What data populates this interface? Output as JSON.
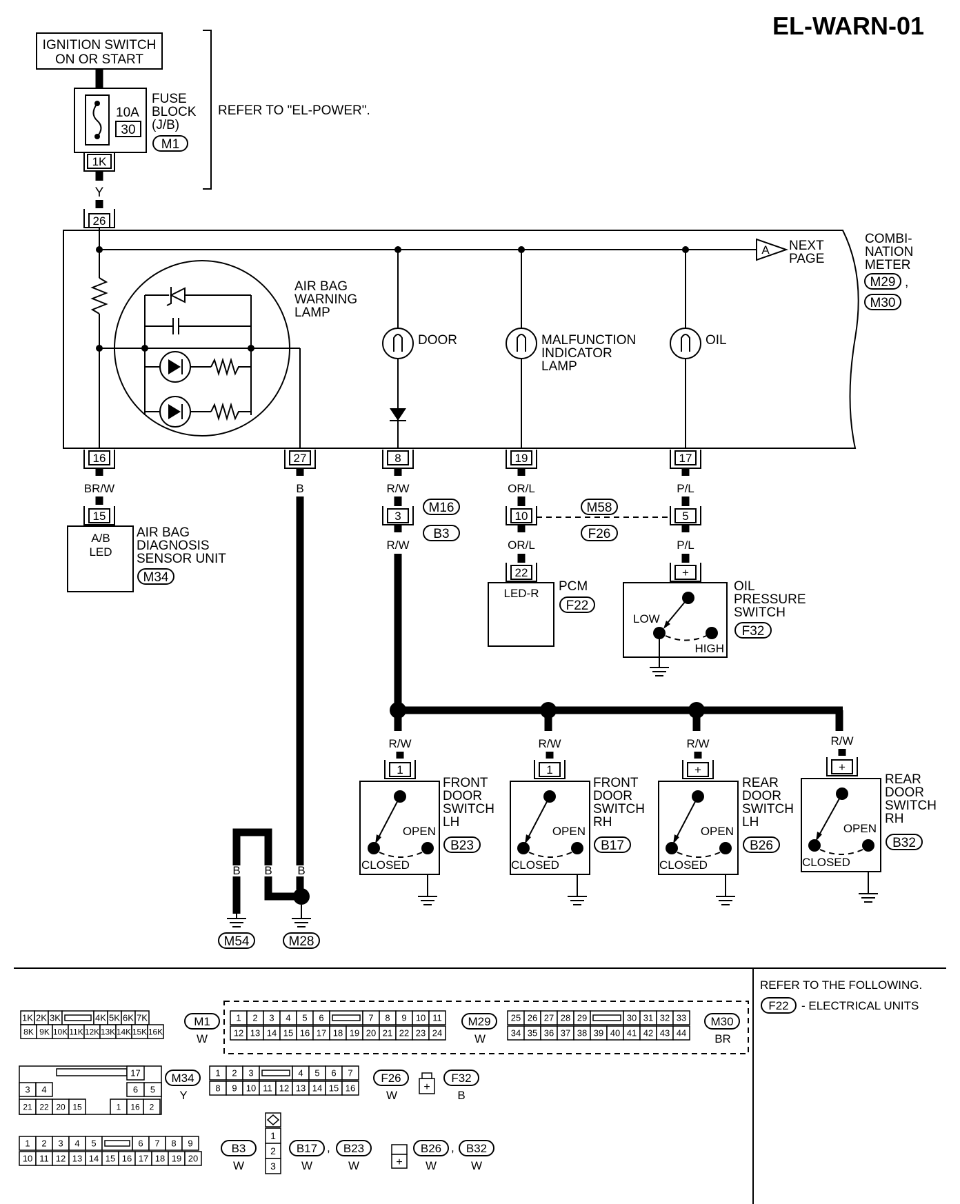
{
  "page_id": "EL-WARN-01",
  "power": {
    "ignition": [
      "IGNITION SWITCH",
      "ON OR START"
    ],
    "fuse_rating": "10A",
    "fuse_number": "30",
    "fuse_block": [
      "FUSE",
      "BLOCK",
      "(J/B)"
    ],
    "fuse_connector": "M1",
    "fuse_terminal": "1K",
    "refer": "REFER TO \"EL-POWER\".",
    "wire_y": "Y",
    "meter_input_terminal": "26"
  },
  "meter": {
    "name": [
      "COMBI-",
      "NATION",
      "METER"
    ],
    "connectors": [
      "M29",
      "M30"
    ],
    "connector_sep": ",",
    "next_page_marker": "A",
    "next_page": [
      "NEXT",
      "PAGE"
    ],
    "airbag_lamp": [
      "AIR BAG",
      "WARNING",
      "LAMP"
    ],
    "door_lamp": "DOOR",
    "mil_lamp": [
      "MALFUNCTION",
      "INDICATOR",
      "LAMP"
    ],
    "oil_lamp": "OIL"
  },
  "terminals": [
    {
      "pin": "16",
      "wire": "BR/W"
    },
    {
      "pin": "27",
      "wire": "B"
    },
    {
      "pin": "8",
      "wire": "R/W"
    },
    {
      "pin": "19",
      "wire": "OR/L"
    },
    {
      "pin": "17",
      "wire": "P/L"
    }
  ],
  "airbag_unit": {
    "pin": "15",
    "inner": [
      "A/B",
      "LED"
    ],
    "name": [
      "AIR BAG",
      "DIAGNOSIS",
      "SENSOR UNIT"
    ],
    "connector": "M34"
  },
  "door_junction": {
    "pin": "3",
    "connectors": [
      "M16",
      "B3"
    ],
    "wire_out": "R/W"
  },
  "mil_junction": {
    "pin": "10",
    "connectors": [
      "M58",
      "F26"
    ],
    "wire_out": "OR/L"
  },
  "oil_junction": {
    "pin": "5",
    "wire_out": "P/L"
  },
  "pcm": {
    "pin": "22",
    "inner": "LED-R",
    "name": "PCM",
    "connector": "F22"
  },
  "oil_switch": {
    "pin": "+",
    "name": [
      "OIL",
      "PRESSURE",
      "SWITCH"
    ],
    "low": "LOW",
    "high": "HIGH",
    "connector": "F32"
  },
  "door_switches": [
    {
      "pin": "1",
      "wire": "R/W",
      "name": [
        "FRONT",
        "DOOR",
        "SWITCH",
        "LH"
      ],
      "open": "OPEN",
      "closed": "CLOSED",
      "connector": "B23"
    },
    {
      "pin": "1",
      "wire": "R/W",
      "name": [
        "FRONT",
        "DOOR",
        "SWITCH",
        "RH"
      ],
      "open": "OPEN",
      "closed": "CLOSED",
      "connector": "B17"
    },
    {
      "pin": "+",
      "wire": "R/W",
      "name": [
        "REAR",
        "DOOR",
        "SWITCH",
        "LH"
      ],
      "open": "OPEN",
      "closed": "CLOSED",
      "connector": "B26"
    },
    {
      "pin": "+",
      "wire": "R/W",
      "name": [
        "REAR",
        "DOOR",
        "SWITCH",
        "RH"
      ],
      "open": "OPEN",
      "closed": "CLOSED",
      "connector": "B32"
    }
  ],
  "grounds": {
    "wires": [
      "B",
      "B",
      "B"
    ],
    "points": [
      "M54",
      "M28"
    ]
  },
  "refer_following": {
    "title": "REFER TO THE FOLLOWING.",
    "item_connector": "F22",
    "item_text": "- ELECTRICAL UNITS"
  },
  "connector_views": {
    "m1": {
      "top": [
        "1K",
        "2K",
        "3K",
        "",
        "4K",
        "5K",
        "6K",
        "7K"
      ],
      "bottom": [
        "8K",
        "9K",
        "10K",
        "11K",
        "12K",
        "13K",
        "14K",
        "15K",
        "16K"
      ],
      "id": "M1",
      "color": "W"
    },
    "m29": {
      "top": [
        "1",
        "2",
        "3",
        "4",
        "5",
        "6",
        "",
        "7",
        "8",
        "9",
        "10",
        "11"
      ],
      "bottom": [
        "12",
        "13",
        "14",
        "15",
        "16",
        "17",
        "18",
        "19",
        "20",
        "21",
        "22",
        "23",
        "24"
      ],
      "id": "M29",
      "color": "W"
    },
    "m30": {
      "top": [
        "25",
        "26",
        "27",
        "28",
        "29",
        "",
        "30",
        "31",
        "32",
        "33"
      ],
      "bottom": [
        "34",
        "35",
        "36",
        "37",
        "38",
        "39",
        "40",
        "41",
        "42",
        "43",
        "44"
      ],
      "id": "M30",
      "color": "BR"
    },
    "m34": {
      "top": [
        "17"
      ],
      "mid": [
        "3",
        "4",
        "6",
        "5"
      ],
      "bottom": [
        "21",
        "22",
        "20",
        "15",
        "1",
        "16",
        "2"
      ],
      "id": "M34",
      "color": "Y"
    },
    "f26": {
      "top": [
        "1",
        "2",
        "3",
        "",
        "4",
        "5",
        "6",
        "7"
      ],
      "bottom": [
        "8",
        "9",
        "10",
        "11",
        "12",
        "13",
        "14",
        "15",
        "16"
      ],
      "id": "F26",
      "color": "W"
    },
    "f32": {
      "pin": "+",
      "id": "F32",
      "color": "B"
    },
    "b3": {
      "top": [
        "1",
        "2",
        "3",
        "4",
        "5",
        "",
        "6",
        "7",
        "8",
        "9"
      ],
      "bottom": [
        "10",
        "11",
        "12",
        "13",
        "14",
        "15",
        "16",
        "17",
        "18",
        "19",
        "20"
      ],
      "id": "B3",
      "color": "W"
    },
    "b17": {
      "pins": [
        "1",
        "2",
        "3"
      ],
      "id": "B17",
      "color": "W"
    },
    "b23": {
      "id": "B23",
      "color": "W"
    },
    "b26": {
      "pin": "+",
      "id": "B26",
      "color": "W"
    },
    "b32": {
      "id": "B32",
      "color": "W"
    },
    "sep": ","
  }
}
